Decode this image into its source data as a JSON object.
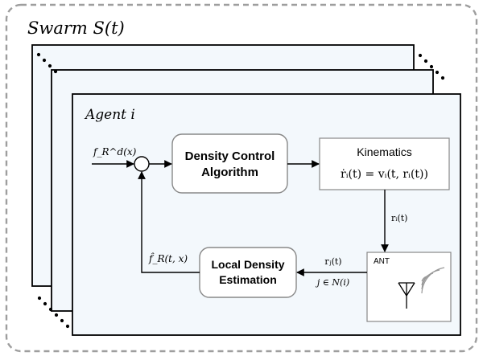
{
  "swarm": {
    "label": "Swarm S(t)"
  },
  "agent": {
    "label": "Agent i"
  },
  "blocks": {
    "density_control": {
      "line1": "Density Control",
      "line2": "Algorithm"
    },
    "kinematics": {
      "title": "Kinematics",
      "equation": "ṙᵢ(t) = vᵢ(t, rᵢ(t))"
    },
    "local_density": {
      "line1": "Local Density",
      "line2": "Estimation"
    },
    "antenna": {
      "label": "ANT"
    }
  },
  "signals": {
    "input_desired": "f_R^d(x)",
    "feedback_estimate": "f̂_R(t, x)",
    "kinematics_output": "rᵢ(t)",
    "neighbor_positions": "rⱼ(t)",
    "neighbor_set": "j ∈ N(i)"
  },
  "colors": {
    "panel_fill": "#f3f8fc",
    "stroke": "#000000",
    "dashed_border": "#9e9e9e"
  }
}
